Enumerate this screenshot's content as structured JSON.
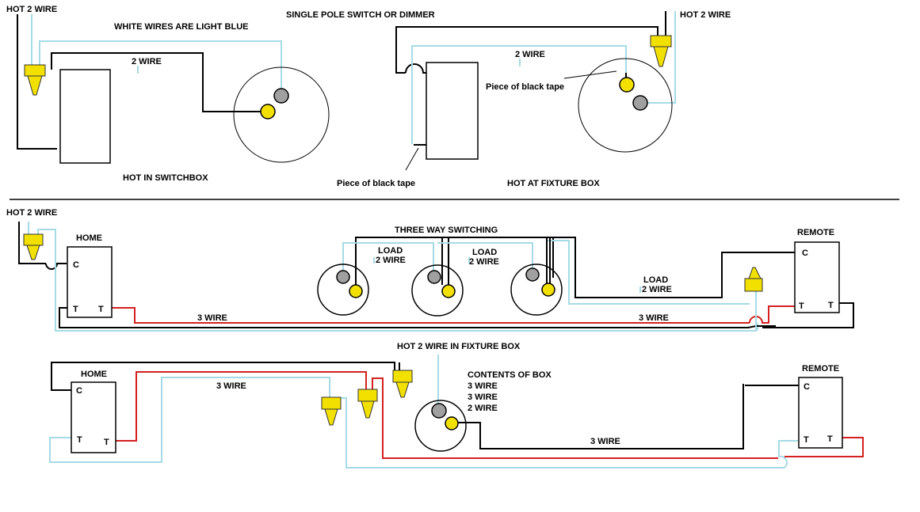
{
  "colors": {
    "black_wire": "#000000",
    "white_wire": "#a6dbe6",
    "red_wire": "#d42020",
    "wire_nut": "#f2e000",
    "terminal": "#f2e000",
    "neutral_terminal": "#a0a0a0",
    "background": "#ffffff"
  },
  "labels": {
    "hot2_tl": "HOT 2 WIRE",
    "white_note": "WHITE WIRES ARE LIGHT BLUE",
    "single_pole": "SINGLE POLE SWITCH OR DIMMER",
    "hot2_tr": "HOT 2 WIRE",
    "two_wire_a": "2 WIRE",
    "two_wire_b": "2 WIRE",
    "tape_upper": "Piece of black tape",
    "hot_switchbox": "HOT IN SWITCHBOX",
    "tape_lower": "Piece of black tape",
    "hot_fixture": "HOT AT FIXTURE BOX",
    "hot2_mid": "HOT 2 WIRE",
    "home_mid": "HOME",
    "three_way": "THREE WAY SWITCHING",
    "remote_mid": "REMOTE",
    "load1_a": "LOAD",
    "load1_b": "2 WIRE",
    "load2_a": "LOAD",
    "load2_b": "2 WIRE",
    "load3_a": "LOAD",
    "load3_b": "2 WIRE",
    "three_wire_mid_left": "3 WIRE",
    "three_wire_mid_right": "3 WIRE",
    "hot2_fixture_box": "HOT 2 WIRE  IN FIXTURE BOX",
    "home_bot": "HOME",
    "three_wire_bot_a": "3 WIRE",
    "contents_title": "CONTENTS OF BOX",
    "contents_1": "3 WIRE",
    "contents_2": "3 WIRE",
    "contents_3": "2 WIRE",
    "remote_bot": "REMOTE",
    "three_wire_bot_b": "3 WIRE",
    "c": "C",
    "t": "T"
  }
}
